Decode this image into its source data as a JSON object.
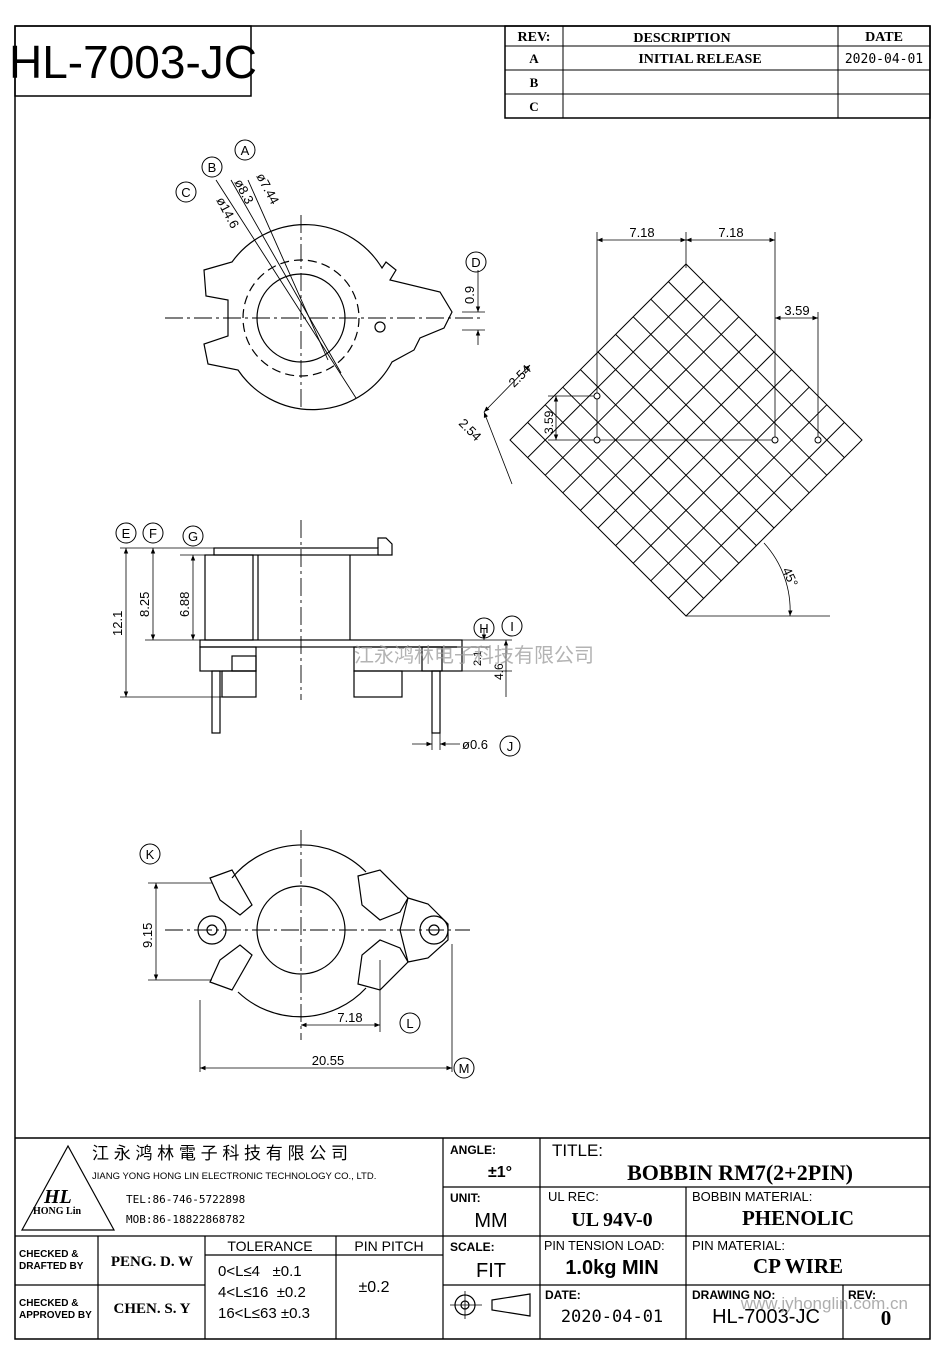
{
  "part_number": "HL-7003-JC",
  "revision_table": {
    "headers": [
      "REV:",
      "DESCRIPTION",
      "DATE"
    ],
    "rows": [
      {
        "rev": "A",
        "description": "INITIAL RELEASE",
        "date": "2020-04-01"
      },
      {
        "rev": "B",
        "description": "",
        "date": ""
      },
      {
        "rev": "C",
        "description": "",
        "date": ""
      }
    ]
  },
  "top_view": {
    "callouts": [
      "A",
      "B",
      "C",
      "D"
    ],
    "dims": {
      "a": "ø7.44",
      "b": "ø8.3",
      "c": "ø14.6",
      "d": "0.9"
    }
  },
  "grid_view": {
    "dims": {
      "top_left": "7.18",
      "top_right": "7.18",
      "right": "3.59",
      "left_upper": "2.54",
      "left_lower": "2.54",
      "left_small": "3.59",
      "angle": "45°"
    }
  },
  "side_view": {
    "callouts": [
      "E",
      "F",
      "G",
      "H",
      "I",
      "J"
    ],
    "dims": {
      "e": "12.1",
      "f": "8.25",
      "g": "6.88",
      "h": "2.1",
      "i": "4.6",
      "j": "ø0.6"
    }
  },
  "bottom_view": {
    "callouts": [
      "K",
      "L",
      "M"
    ],
    "dims": {
      "k": "9.15",
      "l": "7.18",
      "m": "20.55"
    }
  },
  "watermark": "江永鸿林电子科技有限公司",
  "watermark_url": "www.jyhonglin.com.cn",
  "title_block": {
    "company_cn": "江 永 鸿 林 電 子 科 技 有 限 公 司",
    "company_en": "JIANG YONG HONG LIN ELECTRONIC TECHNOLOGY CO., LTD.",
    "logo": "HL",
    "logo_sub": "HONG Lin",
    "tel": "TEL:86-746-5722898",
    "mob": "MOB:86-18822868782",
    "angle_label": "ANGLE:",
    "angle_value": "±1°",
    "title_label": "TITLE:",
    "title_value": "BOBBIN RM7(2+2PIN)",
    "unit_label": "UNIT:",
    "unit_value": "MM",
    "ul_label": "UL REC:",
    "ul_value": "UL 94V-0",
    "bobbin_mat_label": "BOBBIN MATERIAL:",
    "bobbin_mat_value": "PHENOLIC",
    "scale_label": "SCALE:",
    "scale_value": "FIT",
    "pin_tension_label": "PIN TENSION LOAD:",
    "pin_tension_value": "1.0kg MIN",
    "pin_mat_label": "PIN MATERIAL:",
    "pin_mat_value": "CP WIRE",
    "checked_drafted_label_1": "CHECKED &",
    "checked_drafted_label_2": "DRAFTED BY",
    "checked_drafted_value": "PENG. D. W",
    "checked_approved_label_1": "CHECKED &",
    "checked_approved_label_2": "APPROVED BY",
    "checked_approved_value": "CHEN. S. Y",
    "tolerance_label": "TOLERANCE",
    "tolerance_rows": [
      "0<L≤4   ±0.1",
      "4<L≤16  ±0.2",
      "16<L≤63 ±0.3"
    ],
    "pin_pitch_label": "PIN PITCH",
    "pin_pitch_value": "±0.2",
    "date_label": "DATE:",
    "date_value": "2020-04-01",
    "drawing_no_label": "DRAWING NO:",
    "drawing_no_value": "HL-7003-JC",
    "rev_label": "REV:",
    "rev_value": "0"
  }
}
